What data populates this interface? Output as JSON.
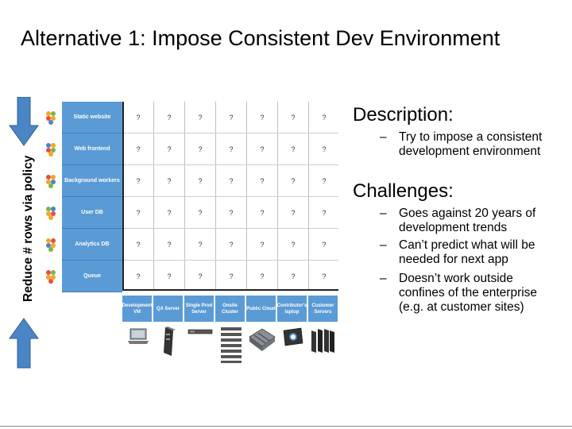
{
  "slide": {
    "title": "Alternative 1: Impose Consistent Dev Environment",
    "side_label": "Reduce # rows via policy"
  },
  "matrix": {
    "rows": [
      "Static website",
      "Web frontend",
      "Background workers",
      "User DB",
      "Analytics DB",
      "Queue"
    ],
    "columns": [
      "Development VM",
      "QA Server",
      "Single Prod Server",
      "Onsite Cluster",
      "Public Cloud",
      "Contributor's laptop",
      "Customer Servers"
    ],
    "cell_value": "?",
    "colors": {
      "header_fill": "#5b9bd5",
      "arrow_fill": "#4a86c5"
    }
  },
  "description": {
    "heading": "Description:",
    "bullets": [
      "Try to impose a consistent development environment"
    ]
  },
  "challenges": {
    "heading": "Challenges:",
    "bullets": [
      "Goes against 20 years of development trends",
      "Can’t predict what will be needed for next app",
      "Doesn’t work outside confines of the enterprise (e.g. at customer sites)"
    ]
  },
  "bullet_dash": "–"
}
